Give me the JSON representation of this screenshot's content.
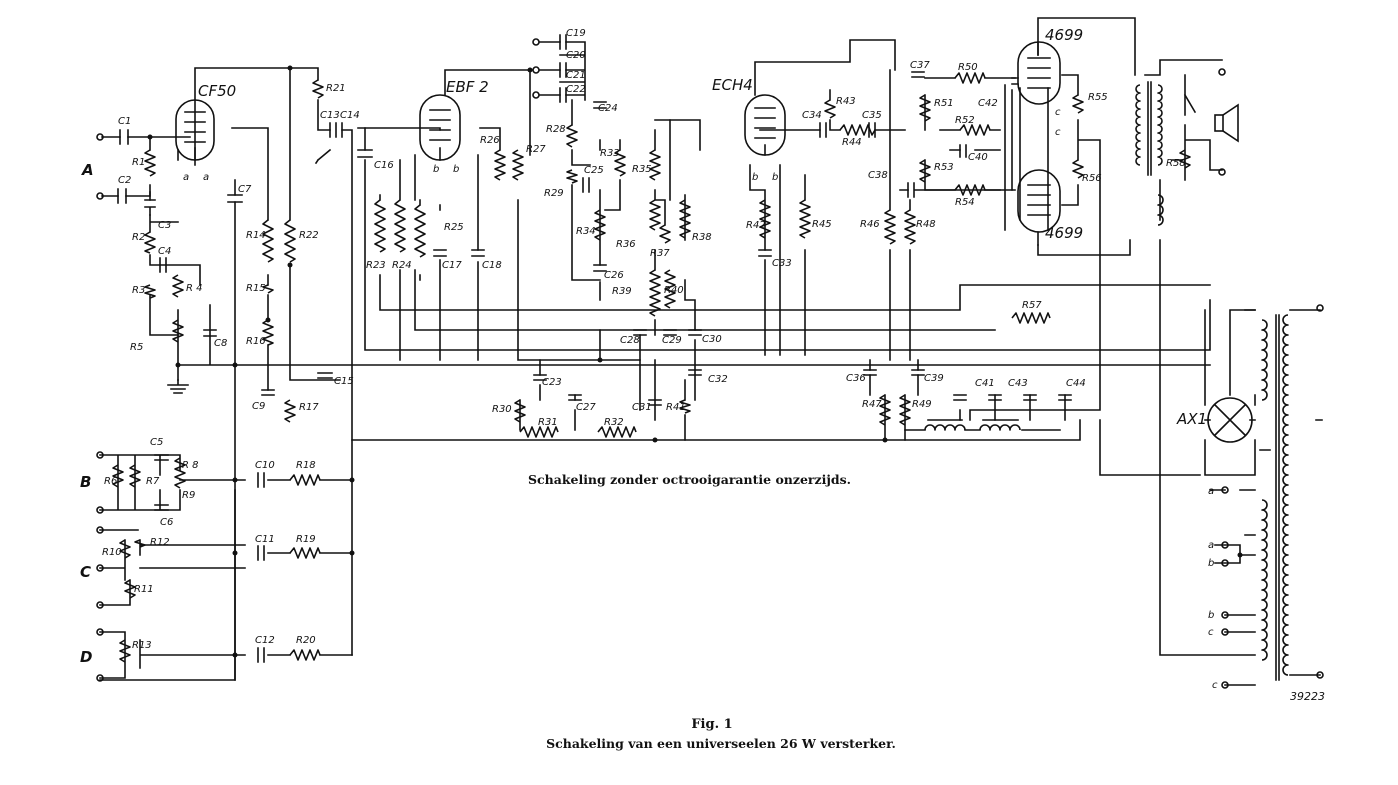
{
  "inputs": [
    "A",
    "B",
    "C",
    "D"
  ],
  "tubes": [
    {
      "id": "cf50",
      "label": "CF50"
    },
    {
      "id": "ebf2",
      "label": "EBF 2"
    },
    {
      "id": "ech4",
      "label": "ECH4"
    },
    {
      "id": "pp-top",
      "label": "4699"
    },
    {
      "id": "pp-bottom",
      "label": "4699"
    },
    {
      "id": "rectifier",
      "label": "AX1"
    }
  ],
  "components": [
    {
      "id": "c1",
      "label": "C1"
    },
    {
      "id": "c2",
      "label": "C2"
    },
    {
      "id": "r1",
      "label": "R1"
    },
    {
      "id": "c3",
      "label": "C3"
    },
    {
      "id": "r2",
      "label": "R2"
    },
    {
      "id": "c4",
      "label": "C4"
    },
    {
      "id": "r3",
      "label": "R3"
    },
    {
      "id": "r4",
      "label": "R 4"
    },
    {
      "id": "r5",
      "label": "R5"
    },
    {
      "id": "c8",
      "label": "C8"
    },
    {
      "id": "c7",
      "label": "C7"
    },
    {
      "id": "r14",
      "label": "R14"
    },
    {
      "id": "r15",
      "label": "R15"
    },
    {
      "id": "r16",
      "label": "R16"
    },
    {
      "id": "c9",
      "label": "C9"
    },
    {
      "id": "r22",
      "label": "R22"
    },
    {
      "id": "r17",
      "label": "R17"
    },
    {
      "id": "c15",
      "label": "C15"
    },
    {
      "id": "r21",
      "label": "R21"
    },
    {
      "id": "c13",
      "label": "C13"
    },
    {
      "id": "c14",
      "label": "C14"
    },
    {
      "id": "c16",
      "label": "C16"
    },
    {
      "id": "r23",
      "label": "R23"
    },
    {
      "id": "r24",
      "label": "R24"
    },
    {
      "id": "r25",
      "label": "R25"
    },
    {
      "id": "c17",
      "label": "C17"
    },
    {
      "id": "c18",
      "label": "C18"
    },
    {
      "id": "r26",
      "label": "R26"
    },
    {
      "id": "r27",
      "label": "R27"
    },
    {
      "id": "c19",
      "label": "C19"
    },
    {
      "id": "c20",
      "label": "C20"
    },
    {
      "id": "c21",
      "label": "C21"
    },
    {
      "id": "c22",
      "label": "C22"
    },
    {
      "id": "c24",
      "label": "C24"
    },
    {
      "id": "r28",
      "label": "R28"
    },
    {
      "id": "r29",
      "label": "R29"
    },
    {
      "id": "c25",
      "label": "C25"
    },
    {
      "id": "r33",
      "label": "R33"
    },
    {
      "id": "r34",
      "label": "R34"
    },
    {
      "id": "c26",
      "label": "C26"
    },
    {
      "id": "r35",
      "label": "R35"
    },
    {
      "id": "r36",
      "label": "R36"
    },
    {
      "id": "r37",
      "label": "R37"
    },
    {
      "id": "r38",
      "label": "R38"
    },
    {
      "id": "r39",
      "label": "R39"
    },
    {
      "id": "r40",
      "label": "R40"
    },
    {
      "id": "c28",
      "label": "C28"
    },
    {
      "id": "c29",
      "label": "C29"
    },
    {
      "id": "c30",
      "label": "C30"
    },
    {
      "id": "c23",
      "label": "C23"
    },
    {
      "id": "c27",
      "label": "C27"
    },
    {
      "id": "r30",
      "label": "R30"
    },
    {
      "id": "r31",
      "label": "R31"
    },
    {
      "id": "r32",
      "label": "R32"
    },
    {
      "id": "c31",
      "label": "C31"
    },
    {
      "id": "r41",
      "label": "R41"
    },
    {
      "id": "c32",
      "label": "C32"
    },
    {
      "id": "r42",
      "label": "R42"
    },
    {
      "id": "c33",
      "label": "C33"
    },
    {
      "id": "c34",
      "label": "C34"
    },
    {
      "id": "r43",
      "label": "R43"
    },
    {
      "id": "r44",
      "label": "R44"
    },
    {
      "id": "c35",
      "label": "C35"
    },
    {
      "id": "r45",
      "label": "R45"
    },
    {
      "id": "r46",
      "label": "R46"
    },
    {
      "id": "r48",
      "label": "R48"
    },
    {
      "id": "c36",
      "label": "C36"
    },
    {
      "id": "c39",
      "label": "C39"
    },
    {
      "id": "r47",
      "label": "R47"
    },
    {
      "id": "r49",
      "label": "R49"
    },
    {
      "id": "c37",
      "label": "C37"
    },
    {
      "id": "r50",
      "label": "R50"
    },
    {
      "id": "r51",
      "label": "R51"
    },
    {
      "id": "c42",
      "label": "C42"
    },
    {
      "id": "r52",
      "label": "R52"
    },
    {
      "id": "c40",
      "label": "C40"
    },
    {
      "id": "r53",
      "label": "R53"
    },
    {
      "id": "c38",
      "label": "C38"
    },
    {
      "id": "r54",
      "label": "R54"
    },
    {
      "id": "r55",
      "label": "R55"
    },
    {
      "id": "r56",
      "label": "R56"
    },
    {
      "id": "r58",
      "label": "R58"
    },
    {
      "id": "r57",
      "label": "R57"
    },
    {
      "id": "c41",
      "label": "C41"
    },
    {
      "id": "c43",
      "label": "C43"
    },
    {
      "id": "c44",
      "label": "C44"
    },
    {
      "id": "c5",
      "label": "C5"
    },
    {
      "id": "c6",
      "label": "C6"
    },
    {
      "id": "r6",
      "label": "R6"
    },
    {
      "id": "r7",
      "label": "R7"
    },
    {
      "id": "r8",
      "label": "R 8"
    },
    {
      "id": "r9",
      "label": "R9"
    },
    {
      "id": "c10",
      "label": "C10"
    },
    {
      "id": "r18",
      "label": "R18"
    },
    {
      "id": "r10",
      "label": "R10"
    },
    {
      "id": "r11",
      "label": "R11"
    },
    {
      "id": "r12",
      "label": "R12"
    },
    {
      "id": "c11",
      "label": "C11"
    },
    {
      "id": "r19",
      "label": "R19"
    },
    {
      "id": "r13",
      "label": "R13"
    },
    {
      "id": "c12",
      "label": "C12"
    },
    {
      "id": "r20",
      "label": "R20"
    }
  ],
  "pin_labels": {
    "a": "a",
    "b": "b",
    "c": "c"
  },
  "note": "Schakeling zonder octrooigarantie onzerzijds.",
  "figure_number": "39223",
  "caption": {
    "title": "Fig. 1",
    "subtitle": "Schakeling van een universeelen 26 W versterker."
  }
}
